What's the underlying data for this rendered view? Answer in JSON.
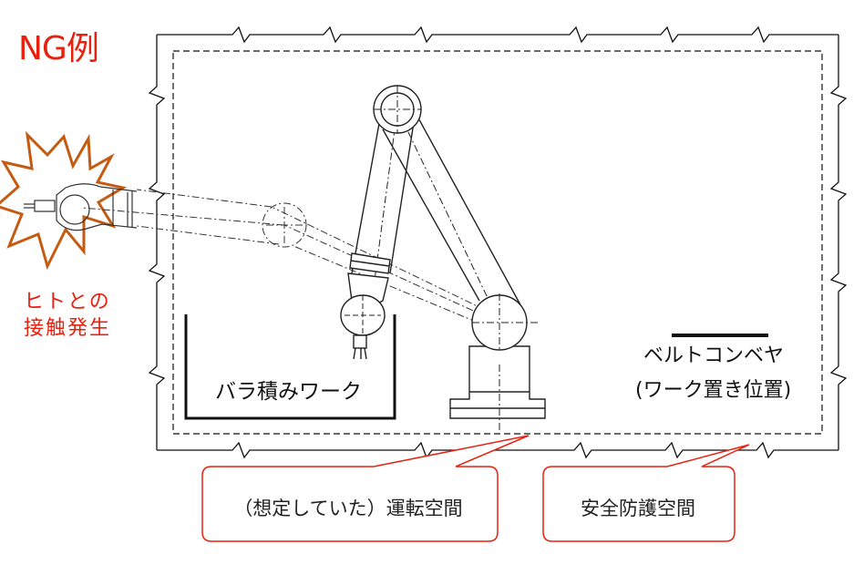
{
  "title": "NG例",
  "hazard": {
    "line1": "ヒトとの",
    "line2": "接触発生"
  },
  "bin_label": "バラ積みワーク",
  "conveyor": {
    "line1": "ベルトコンベヤ",
    "line2": "(ワーク置き位置)"
  },
  "callouts": [
    {
      "text": "（想定していた）運転空間"
    },
    {
      "text": "安全防護空間"
    }
  ],
  "colors": {
    "title": "#e8210f",
    "hazard_text": "#e8210f",
    "burst_stroke": "#c55a11",
    "callout_stroke": "#e8210f",
    "line": "#111111"
  }
}
